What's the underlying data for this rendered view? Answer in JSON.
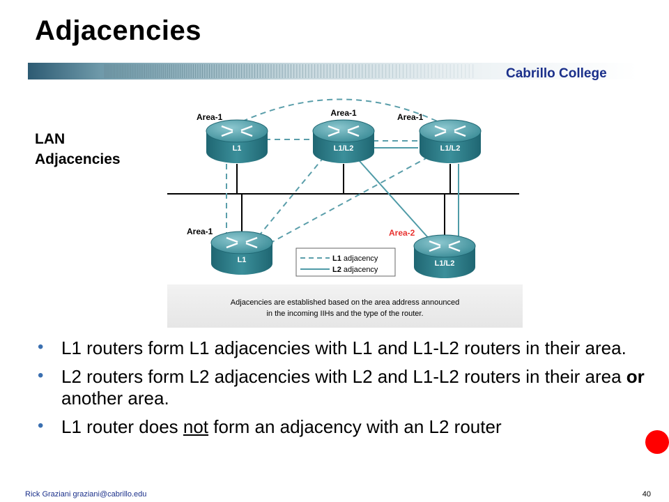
{
  "slide": {
    "title": "Adjacencies",
    "brand": "Cabrillo College",
    "lan_label_line1": "LAN",
    "lan_label_line2": "Adjacencies"
  },
  "diagram": {
    "routers": [
      {
        "area": "Area-1",
        "role": "L1",
        "area_color": "#000000"
      },
      {
        "area": "Area-1",
        "role": "L1/L2",
        "area_color": "#000000"
      },
      {
        "area": "Area-1",
        "role": "L1/L2",
        "area_color": "#000000"
      },
      {
        "area": "Area-1",
        "role": "L1",
        "area_color": "#000000"
      },
      {
        "area": "Area-2",
        "role": "L1/L2",
        "area_color": "#e8312e"
      }
    ],
    "legend": {
      "l1_bold": "L1",
      "l1_rest": " adjacency",
      "l2_bold": "L2",
      "l2_rest": " adjacency"
    },
    "caption_line1": "Adjacencies are established based on the area address announced",
    "caption_line2": "in the incoming IIHs and the type of the router.",
    "colors": {
      "l1_link": "#5a9eaa",
      "l2_link": "#4f9ba7",
      "router_body": "#2f7f8a",
      "router_top": "#6fb3bd"
    }
  },
  "bullets": [
    {
      "text": "L1 routers form L1 adjacencies with L1 and L1-L2 routers in their area."
    },
    {
      "before": "L2 routers form L2 adjacencies with L2 and L1-L2 routers in their area ",
      "bold": "or",
      "after": " another area."
    },
    {
      "before": "L1 router does ",
      "underline": "not",
      "after": " form an adjacency with an L2 router"
    }
  ],
  "footer": {
    "author": "Rick Graziani  graziani@cabrillo.edu",
    "page": "40"
  }
}
